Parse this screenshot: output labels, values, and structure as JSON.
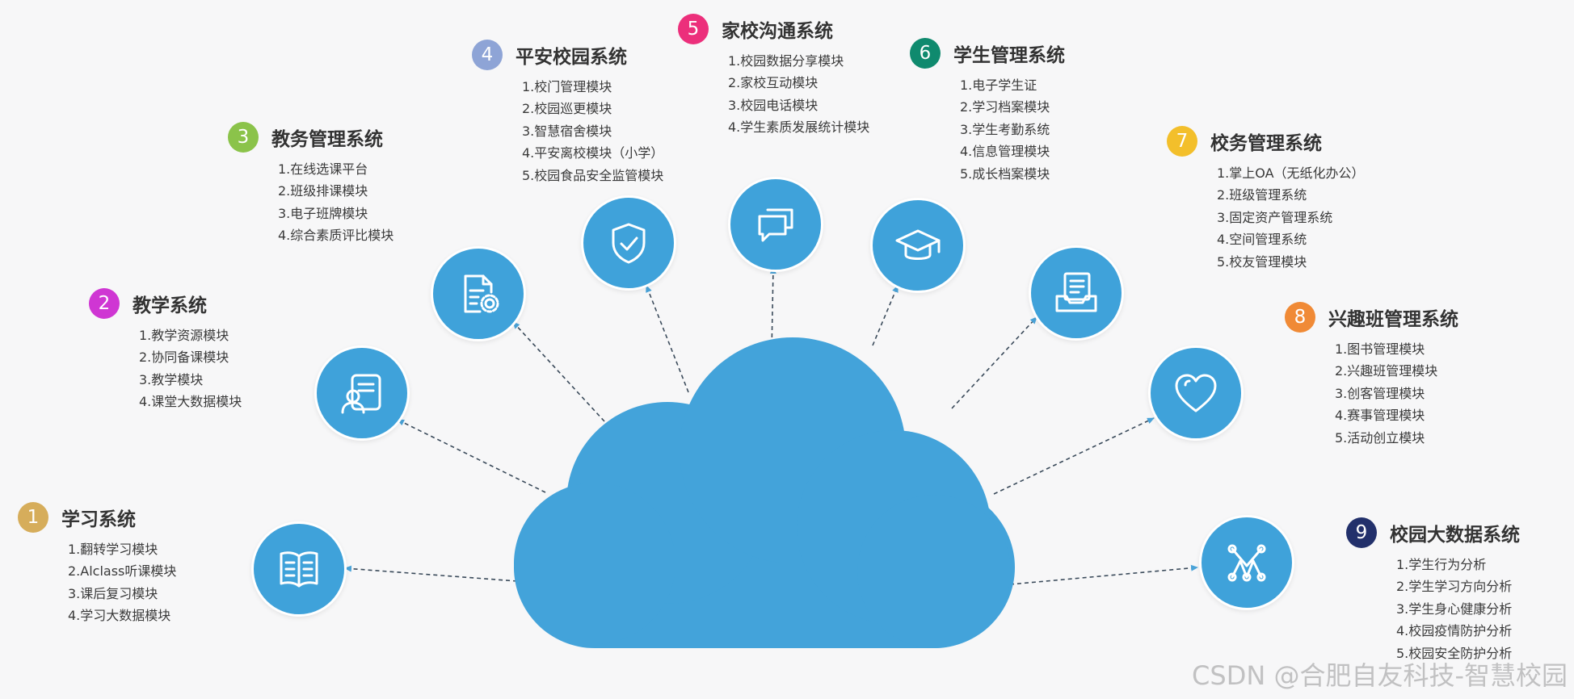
{
  "colors": {
    "cloud": "#43a3da",
    "icon_circle": "#3fa2da",
    "arrow": "#3a4a5a",
    "arrow_head": "#4aa3d8"
  },
  "modules": [
    {
      "number": "1",
      "title": "学习系统",
      "color": "#d6ad5b",
      "icon": "open-book-icon",
      "items": [
        "1.翻转学习模块",
        "2.Alclass听课模块",
        "3.课后复习模块",
        "4.学习大数据模块"
      ]
    },
    {
      "number": "2",
      "title": "教学系统",
      "color": "#cf36d3",
      "icon": "teacher-board-icon",
      "items": [
        "1.教学资源模块",
        "2.协同备课模块",
        "3.教学模块",
        "4.课堂大数据模块"
      ]
    },
    {
      "number": "3",
      "title": "教务管理系统",
      "color": "#8bc34a",
      "icon": "document-gear-icon",
      "items": [
        "1.在线选课平台",
        "2.班级排课模块",
        "3.电子班牌模块",
        "4.综合素质评比模块"
      ]
    },
    {
      "number": "4",
      "title": "平安校园系统",
      "color": "#8ea4d6",
      "icon": "shield-check-icon",
      "items": [
        "1.校门管理模块",
        "2.校园巡更模块",
        "3.智慧宿舍模块",
        "4.平安离校模块（小学）",
        "5.校园食品安全监管模块"
      ]
    },
    {
      "number": "5",
      "title": "家校沟通系统",
      "color": "#ec2f7b",
      "icon": "chat-bubbles-icon",
      "items": [
        "1.校园数据分享模块",
        "2.家校互动模块",
        "3.校园电话模块",
        "4.学生素质发展统计模块"
      ]
    },
    {
      "number": "6",
      "title": "学生管理系统",
      "color": "#0f8a6e",
      "icon": "graduation-cap-icon",
      "items": [
        "1.电子学生证",
        "2.学习档案模块",
        "3.学生考勤系统",
        "4.信息管理模块",
        "5.成长档案模块"
      ]
    },
    {
      "number": "7",
      "title": "校务管理系统",
      "color": "#f3bf2b",
      "icon": "document-tray-icon",
      "items": [
        "1.掌上OA（无纸化办公）",
        "2.班级管理系统",
        "3.固定资产管理系统",
        "4.空间管理系统",
        "5.校友管理模块"
      ]
    },
    {
      "number": "8",
      "title": "兴趣班管理系统",
      "color": "#f08a36",
      "icon": "heart-icon",
      "items": [
        "1.图书管理模块",
        "2.兴趣班管理模块",
        "3.创客管理模块",
        "4.赛事管理模块",
        "5.活动创立模块"
      ]
    },
    {
      "number": "9",
      "title": "校园大数据系统",
      "color": "#22306b",
      "icon": "network-nodes-icon",
      "items": [
        "1.学生行为分析",
        "2.学生学习方向分析",
        "3.学生身心健康分析",
        "4.校园疫情防护分析",
        "5.校园安全防护分析"
      ]
    }
  ],
  "watermark": "CSDN @合肥自友科技-智慧校园"
}
